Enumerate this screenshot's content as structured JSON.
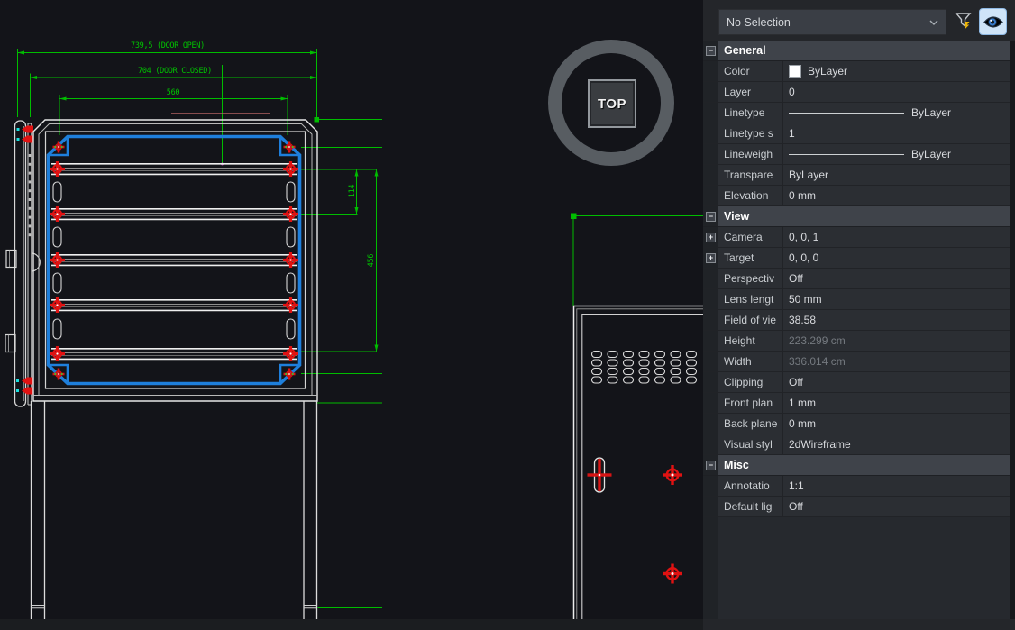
{
  "panel": {
    "selector": {
      "value": "No Selection"
    },
    "glyphs": {
      "collapse": "−",
      "expand": "+"
    },
    "sections": [
      {
        "title": "General",
        "rows": [
          {
            "label": "Color",
            "value": "ByLayer"
          },
          {
            "label": "Layer",
            "value": "0"
          },
          {
            "label": "Linetype",
            "value": "ByLayer"
          },
          {
            "label": "Linetype s",
            "value": "1"
          },
          {
            "label": "Lineweigh",
            "value": "ByLayer"
          },
          {
            "label": "Transpare",
            "value": "ByLayer"
          },
          {
            "label": "Elevation",
            "value": "0 mm"
          }
        ]
      },
      {
        "title": "View",
        "rows": [
          {
            "label": "Camera",
            "value": "0, 0, 1"
          },
          {
            "label": "Target",
            "value": "0, 0, 0"
          },
          {
            "label": "Perspectiv",
            "value": "Off"
          },
          {
            "label": "Lens lengt",
            "value": "50 mm"
          },
          {
            "label": "Field of vie",
            "value": "38.58"
          },
          {
            "label": "Height",
            "value": "223.299 cm"
          },
          {
            "label": "Width",
            "value": "336.014 cm"
          },
          {
            "label": "Clipping",
            "value": "Off"
          },
          {
            "label": "Front plan",
            "value": "1 mm"
          },
          {
            "label": "Back plane",
            "value": "0 mm"
          },
          {
            "label": "Visual styl",
            "value": "2dWireframe"
          }
        ]
      },
      {
        "title": "Misc",
        "rows": [
          {
            "label": "Annotatio",
            "value": "1:1"
          },
          {
            "label": "Default lig",
            "value": "Off"
          }
        ]
      }
    ],
    "colors": {
      "swatch": "#ffffff",
      "accent_eye_button": "#cfe4f8"
    }
  },
  "drawing": {
    "dims": {
      "door_open": "739,5 (DOOR OPEN)",
      "door_closed": "704 (DOOR CLOSED)",
      "width_inner": "560",
      "spacing": "114",
      "height_inner": "456"
    },
    "viewcube": {
      "top_label": "TOP"
    },
    "colors": {
      "dimension_green": "#00c400",
      "highlight_blue": "#1e7fdc",
      "marker_red": "#e01212",
      "wire_white": "#e8e8e8"
    }
  }
}
